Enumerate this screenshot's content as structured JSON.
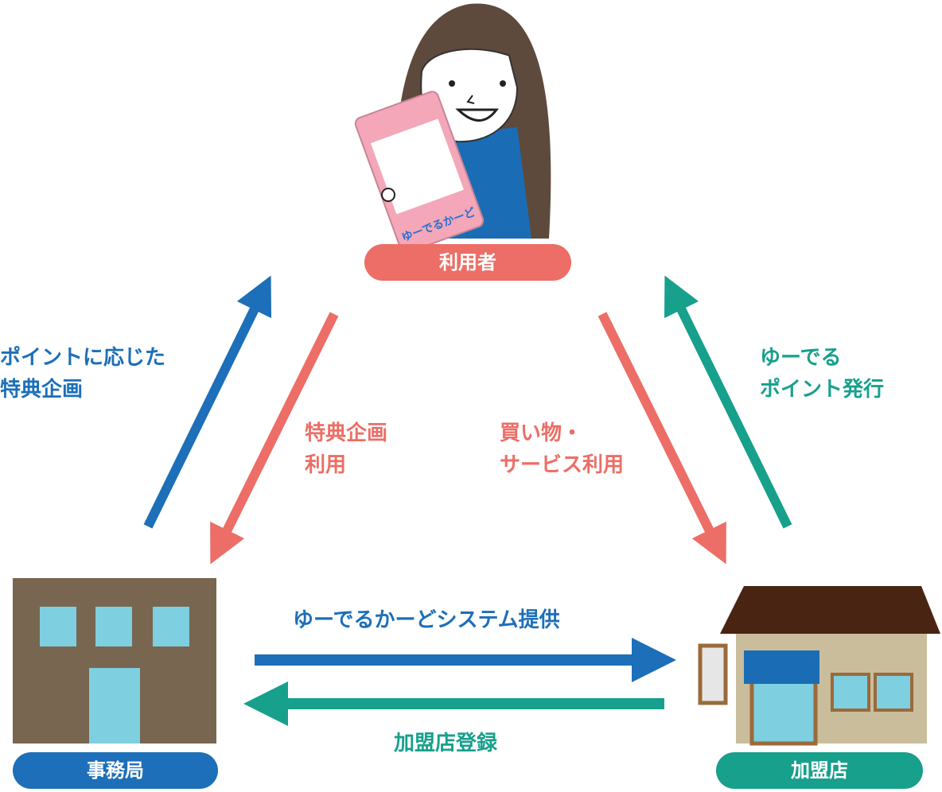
{
  "nodes": {
    "user": {
      "label": "利用者",
      "color": "#ec6e66"
    },
    "office": {
      "label": "事務局",
      "color": "#1c6fb8"
    },
    "store": {
      "label": "加盟店",
      "color": "#17a08c"
    }
  },
  "card": {
    "logo_text": "ゆーでるかーど"
  },
  "flows": {
    "office_to_user": [
      "ポイントに応じた",
      "特典企画"
    ],
    "user_to_office": [
      "特典企画",
      "利用"
    ],
    "user_to_store": [
      "買い物・",
      "サービス利用"
    ],
    "store_to_user": [
      "ゆーでる",
      "ポイント発行"
    ],
    "office_to_store": "ゆーでるかーどシステム提供",
    "store_to_office": "加盟店登録"
  },
  "colors": {
    "blue": "#1c6fb8",
    "coral": "#ec6e66",
    "teal": "#17a08c"
  }
}
